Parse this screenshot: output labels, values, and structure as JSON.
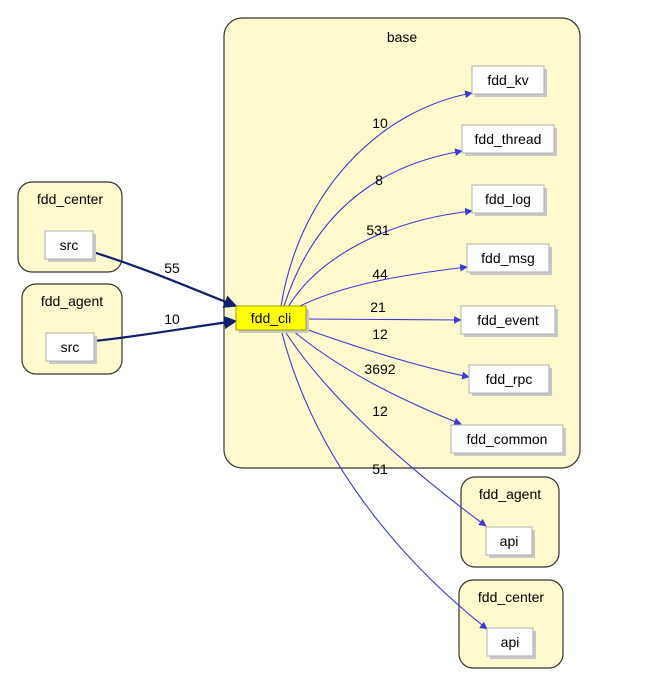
{
  "clusters": {
    "base": "base",
    "fdd_center_left": "fdd_center",
    "fdd_agent_left": "fdd_agent",
    "fdd_agent_right": "fdd_agent",
    "fdd_center_right": "fdd_center"
  },
  "nodes": {
    "fdd_cli": "fdd_cli",
    "fdd_kv": "fdd_kv",
    "fdd_thread": "fdd_thread",
    "fdd_log": "fdd_log",
    "fdd_msg": "fdd_msg",
    "fdd_event": "fdd_event",
    "fdd_rpc": "fdd_rpc",
    "fdd_common": "fdd_common",
    "src_center": "src",
    "src_agent": "src",
    "api_agent": "api",
    "api_center": "api"
  },
  "edges": {
    "center_to_cli": "55",
    "agent_to_cli": "10",
    "cli_to_kv": "10",
    "cli_to_thread": "8",
    "cli_to_log": "531",
    "cli_to_msg": "44",
    "cli_to_event": "21",
    "cli_to_rpc": "12",
    "cli_to_common": "3692",
    "cli_to_agent_api": "12",
    "cli_to_center_api": "51"
  },
  "colors": {
    "cluster_fill": "#fffacd",
    "focus_node": "#ffff00",
    "edge_outgoing": "#3a3ad8",
    "edge_incoming": "#10206e"
  }
}
